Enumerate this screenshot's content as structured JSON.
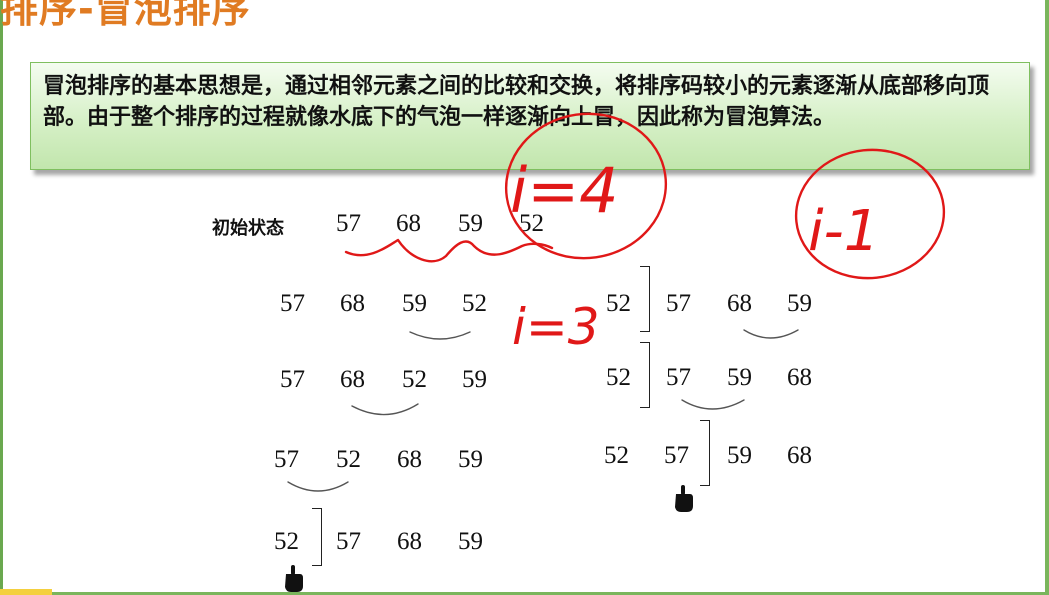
{
  "slide": {
    "title": "排序-冒泡排序",
    "definition": "冒泡排序的基本思想是，通过相邻元素之间的比较和交换，将排序码较小的元素逐渐从底部移向顶部。由于整个排序的过程就像水底下的气泡一样逐渐向上冒，因此称为冒泡算法。"
  },
  "trace": {
    "initial_label": "初始状态",
    "initial": [
      "57",
      "68",
      "59",
      "52"
    ],
    "pass1": [
      [
        "57",
        "68",
        "59",
        "52"
      ],
      [
        "57",
        "68",
        "52",
        "59"
      ],
      [
        "57",
        "52",
        "68",
        "59"
      ],
      [
        "52",
        "57",
        "68",
        "59"
      ]
    ],
    "pass2": [
      [
        "52",
        "57",
        "68",
        "59"
      ],
      [
        "52",
        "57",
        "59",
        "68"
      ],
      [
        "52",
        "57",
        "59",
        "68"
      ]
    ]
  },
  "annotations": {
    "handwritten": [
      "i=4",
      "i=3",
      "i-1"
    ],
    "ink_color": "#e01818",
    "arc_color": "#555555",
    "title_color": "#e07b22",
    "box_fill": "#d6f0c7",
    "box_border": "#7fbf5f"
  }
}
